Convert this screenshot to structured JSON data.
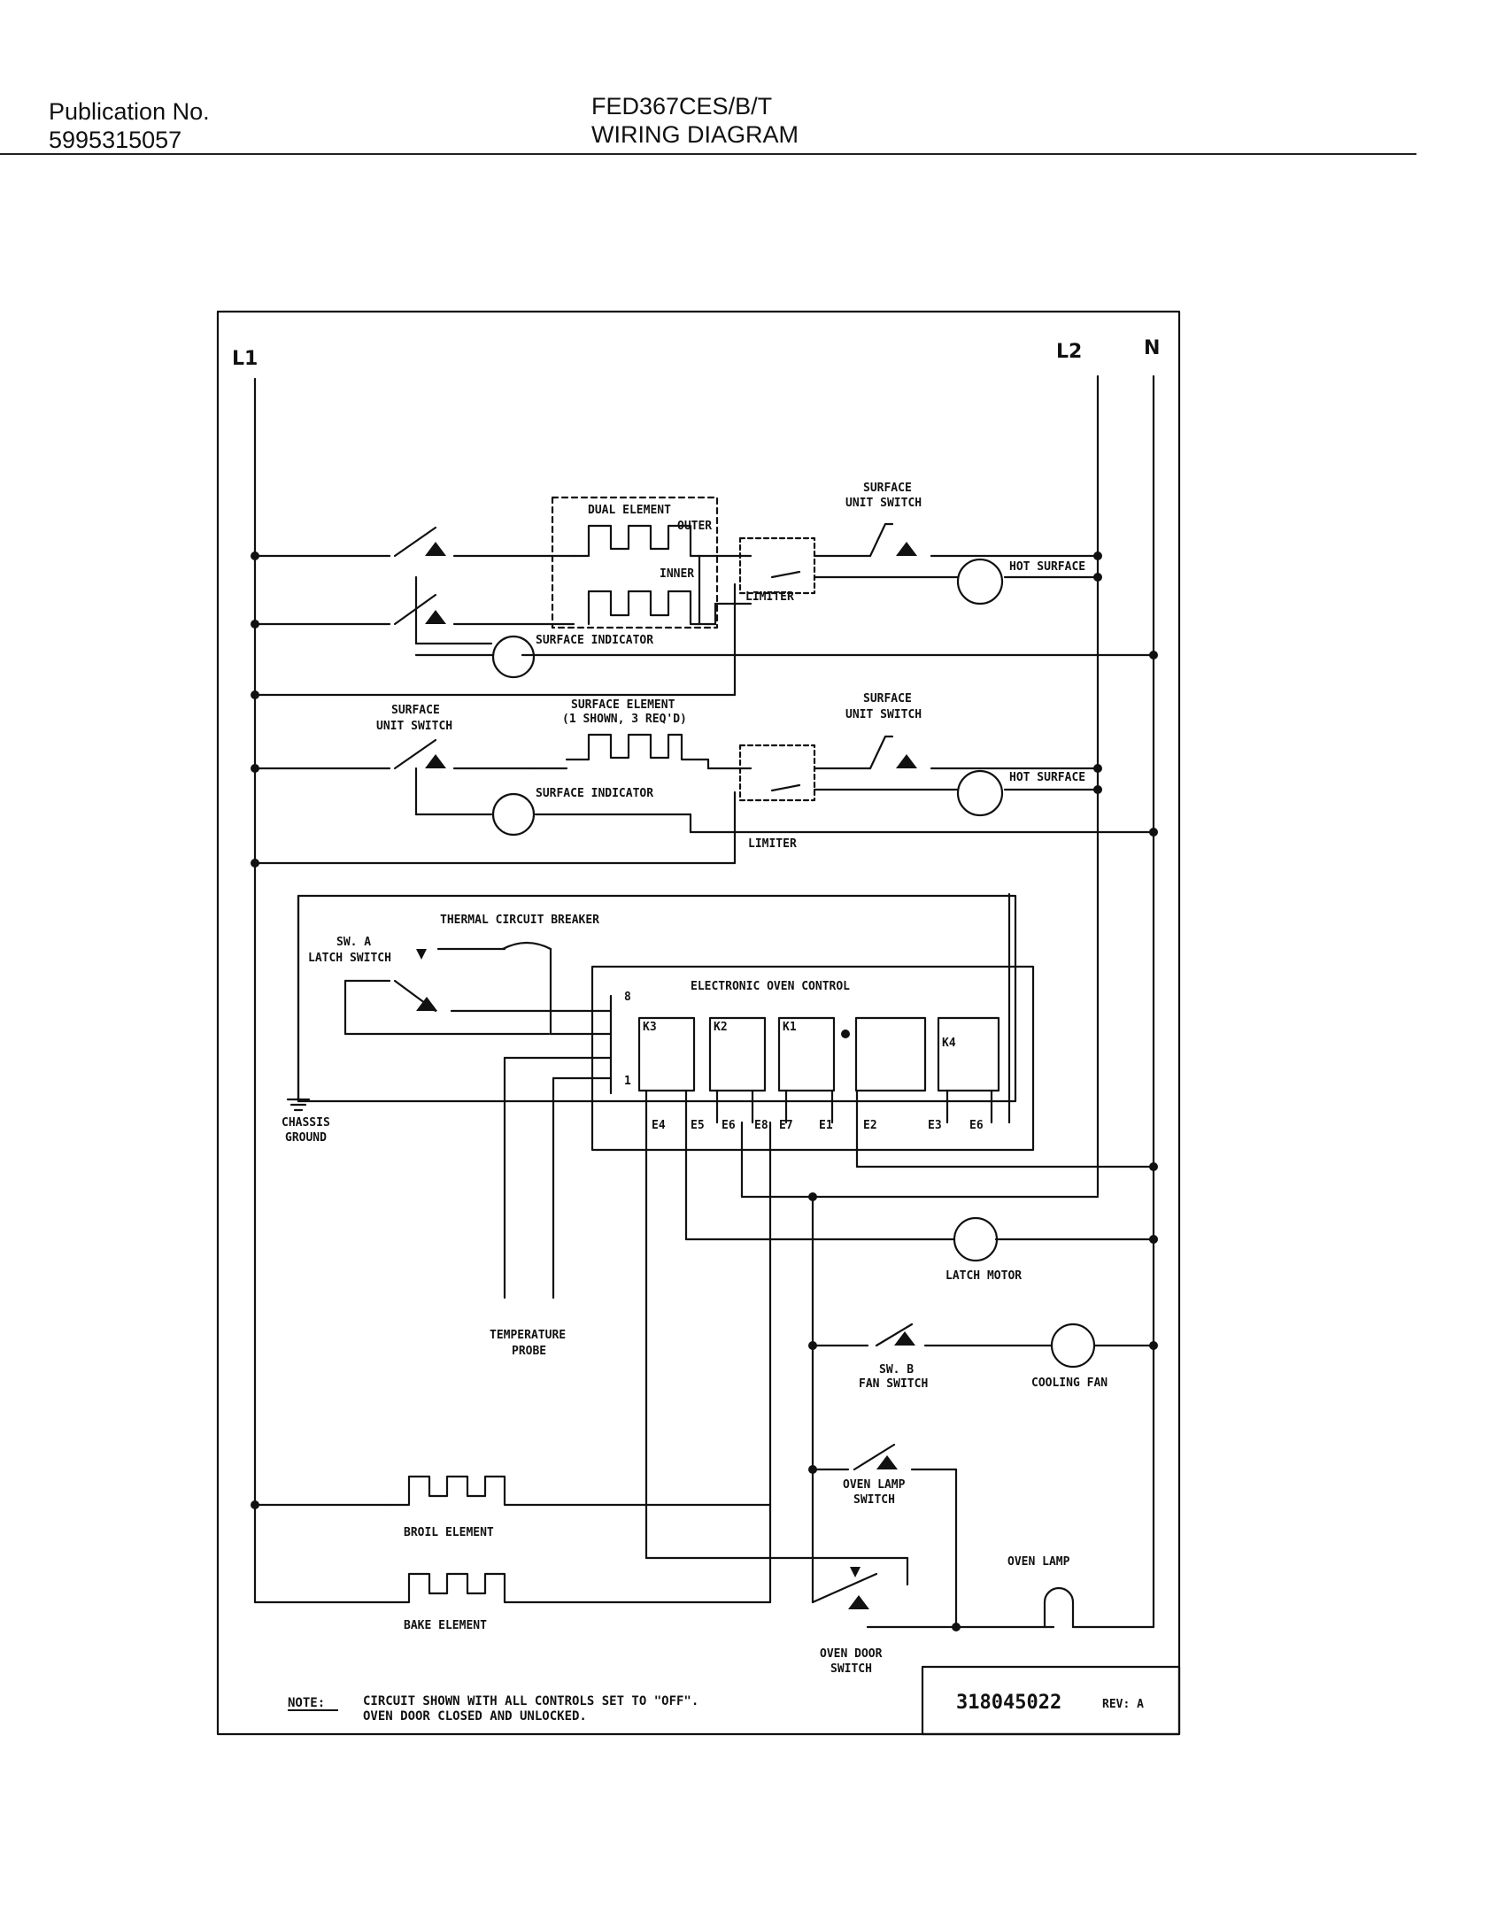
{
  "header": {
    "publication_label": "Publication No.",
    "publication_number": "5995315057",
    "model": "FED367CES/B/T",
    "subtitle": "WIRING DIAGRAM"
  },
  "buses": {
    "l1": "L1",
    "l2": "L2",
    "n": "N"
  },
  "labels": {
    "dual_element": "DUAL ELEMENT",
    "outer": "OUTER",
    "inner": "INNER",
    "surface_unit_switch_top_1": "SURFACE",
    "surface_unit_switch_top_2": "UNIT SWITCH",
    "hot_surface_1": "HOT SURFACE",
    "limiter_1": "LIMITER",
    "surface_indicator_1": "SURFACE INDICATOR",
    "surface_element_1": "SURFACE ELEMENT",
    "surface_element_2": "(1 SHOWN, 3 REQ'D)",
    "surface_unit_switch_left_1": "SURFACE",
    "surface_unit_switch_left_2": "UNIT SWITCH",
    "surface_unit_switch_right_1": "SURFACE",
    "surface_unit_switch_right_2": "UNIT SWITCH",
    "hot_surface_2": "HOT SURFACE",
    "surface_indicator_2": "SURFACE INDICATOR",
    "limiter_2": "LIMITER",
    "thermal_breaker": "THERMAL CIRCUIT BREAKER",
    "sw_a_1": "SW. A",
    "sw_a_2": "LATCH SWITCH",
    "eoc": "ELECTRONIC OVEN CONTROL",
    "k3": "K3",
    "k2": "K2",
    "k1": "K1",
    "k4": "K4",
    "pin_8": "8",
    "pin_1": "1",
    "e4": "E4",
    "e5": "E5",
    "e6": "E6",
    "e8": "E8",
    "e7": "E7",
    "e1": "E1",
    "e2": "E2",
    "e3": "E3",
    "e6b": "E6",
    "chassis_1": "CHASSIS",
    "chassis_2": "GROUND",
    "latch_motor": "LATCH MOTOR",
    "temp_probe_1": "TEMPERATURE",
    "temp_probe_2": "PROBE",
    "sw_b_1": "SW. B",
    "sw_b_2": "FAN SWITCH",
    "cooling_fan": "COOLING FAN",
    "oven_lamp_switch_1": "OVEN LAMP",
    "oven_lamp_switch_2": "SWITCH",
    "oven_lamp": "OVEN LAMP",
    "broil_element": "BROIL ELEMENT",
    "bake_element": "BAKE ELEMENT",
    "oven_door_switch_1": "OVEN DOOR",
    "oven_door_switch_2": "SWITCH"
  },
  "note": {
    "label": "NOTE:",
    "line1": "CIRCUIT SHOWN WITH ALL CONTROLS SET TO \"OFF\".",
    "line2": "OVEN DOOR CLOSED AND UNLOCKED."
  },
  "doc_number": "318045022",
  "revision": "REV: A"
}
